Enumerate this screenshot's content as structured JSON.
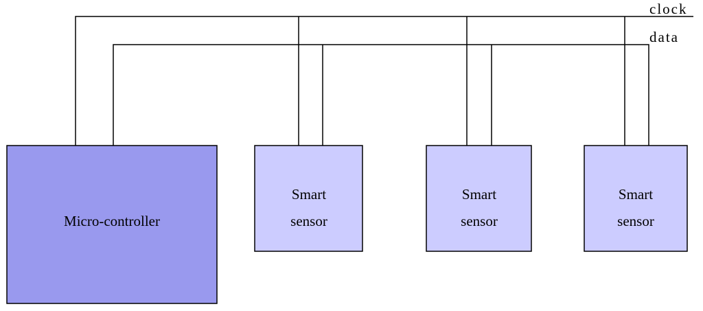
{
  "colors": {
    "microcontroller_fill": "#9999ee",
    "sensor_fill": "#ccccff",
    "line": "#000000",
    "background": "#ffffff"
  },
  "bus": {
    "clock_label": "clock",
    "data_label": "data"
  },
  "microcontroller": {
    "label": "Micro-controller"
  },
  "sensors": [
    {
      "line1": "Smart",
      "line2": "sensor"
    },
    {
      "line1": "Smart",
      "line2": "sensor"
    },
    {
      "line1": "Smart",
      "line2": "sensor"
    }
  ]
}
